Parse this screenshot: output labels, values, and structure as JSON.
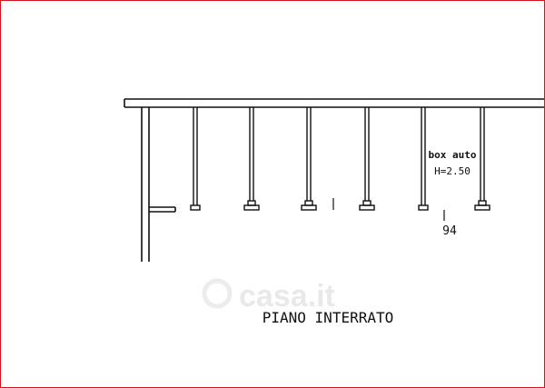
{
  "drawing": {
    "floor_label": "PIANO INTERRATO",
    "room_label": "box auto",
    "height_label": "H=2.50",
    "unit_number": "94",
    "watermark": "casa.it"
  },
  "colors": {
    "frame_border": "#d4141c",
    "ink": "#111111",
    "watermark": "#e9e9e9"
  }
}
